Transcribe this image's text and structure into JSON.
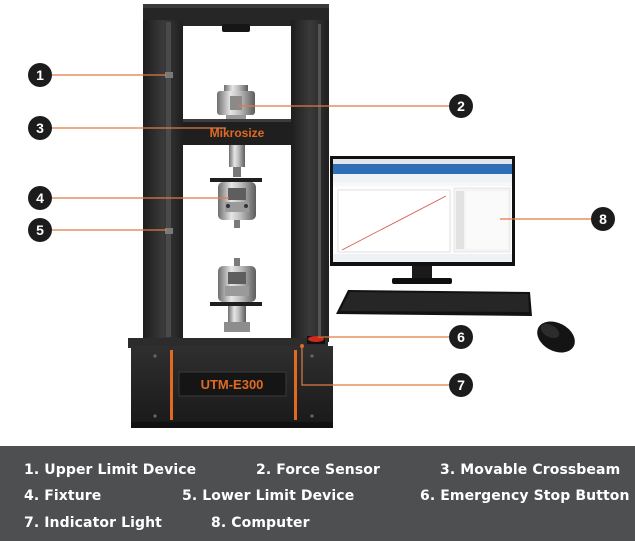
{
  "machine": {
    "brand_logo": "Mikrosize",
    "model_plate": "UTM-E300"
  },
  "callouts": [
    {
      "number": "1",
      "target": "Upper Limit Device"
    },
    {
      "number": "2",
      "target": "Force Sensor"
    },
    {
      "number": "3",
      "target": "Movable Crossbeam"
    },
    {
      "number": "4",
      "target": "Fixture"
    },
    {
      "number": "5",
      "target": "Lower Limit Device"
    },
    {
      "number": "6",
      "target": "Emergency Stop Button"
    },
    {
      "number": "7",
      "target": "Indicator Light"
    },
    {
      "number": "8",
      "target": "Computer"
    }
  ],
  "legend": [
    "1. Upper Limit Device",
    "2. Force Sensor",
    "3. Movable Crossbeam",
    "4. Fixture",
    "5. Lower Limit Device",
    "6. Emergency Stop Button",
    "7. Indicator Light",
    "8. Computer"
  ],
  "colors": {
    "frame": "#2b2b2c",
    "accent_orange": "#e06a22",
    "legend_bar": "#4d4f51",
    "callout_circle": "#1c1c1c",
    "leader_line": "#e07b45",
    "screen_curve": "#d9534f"
  }
}
